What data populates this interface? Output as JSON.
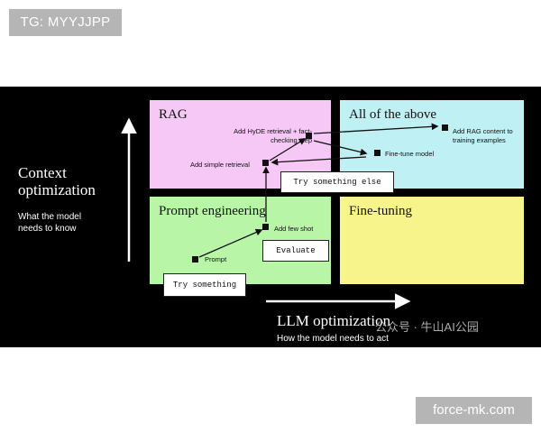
{
  "tags": {
    "top": "TG: MYYJJPP",
    "bottom": "force-mk.com"
  },
  "axes": {
    "y_title": "Context optimization",
    "y_subtitle": "What the model needs to know",
    "x_title": "LLM optimization",
    "x_subtitle": "How the model needs to act"
  },
  "quadrants": {
    "rag": "RAG",
    "all": "All of the above",
    "prompt_engineering": "Prompt engineering",
    "fine_tuning": "Fine-tuning"
  },
  "nodes": {
    "hyde": "Add HyDE retrieval + fact-checking step",
    "simple_retrieval": "Add simple retrieval",
    "add_rag": "Add RAG content to training examples",
    "fine_tune_model": "Fine-tune model",
    "few_shot": "Add few shot",
    "prompt": "Prompt"
  },
  "callouts": {
    "try_something_else": "Try something else",
    "evaluate": "Evaluate",
    "try_something": "Try something"
  },
  "watermark": "公众号 · 牛山AI公园",
  "colors": {
    "background": "#000000",
    "rag": "#f6c8f5",
    "all": "#bff0f3",
    "prompt_engineering": "#b9f5a6",
    "fine_tuning": "#f8f48c"
  }
}
